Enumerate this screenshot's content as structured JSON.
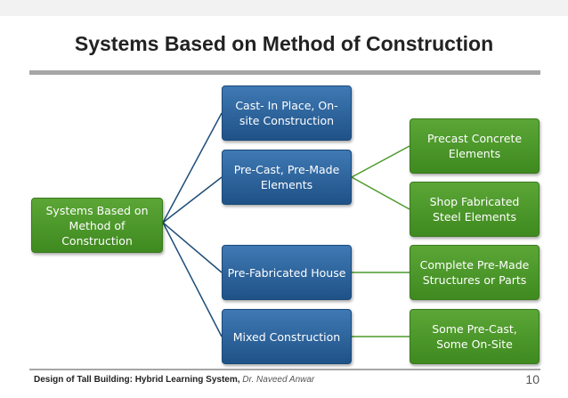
{
  "slide": {
    "title": "Systems Based on Method of Construction",
    "footer_bold": "Design of Tall Building: Hybrid Learning System,",
    "footer_author": "Dr. Naveed Anwar",
    "page_number": "10"
  },
  "diagram": {
    "root": "Systems Based on Method of Construction",
    "level1": [
      "Cast- In Place, On-site Construction",
      "Pre-Cast, Pre-Made Elements",
      "Pre-Fabricated House",
      "Mixed Construction"
    ],
    "level2": [
      "Precast Concrete Elements",
      "Shop Fabricated Steel Elements",
      "Complete Pre-Made Structures or Parts",
      "Some Pre-Cast, Some On-Site"
    ],
    "colors": {
      "root": "#4b9a2a",
      "level1": "#2e66a0",
      "level2": "#4b9a2a",
      "blue_connector": "#1f4e79",
      "green_connector": "#4b9a2a"
    }
  }
}
